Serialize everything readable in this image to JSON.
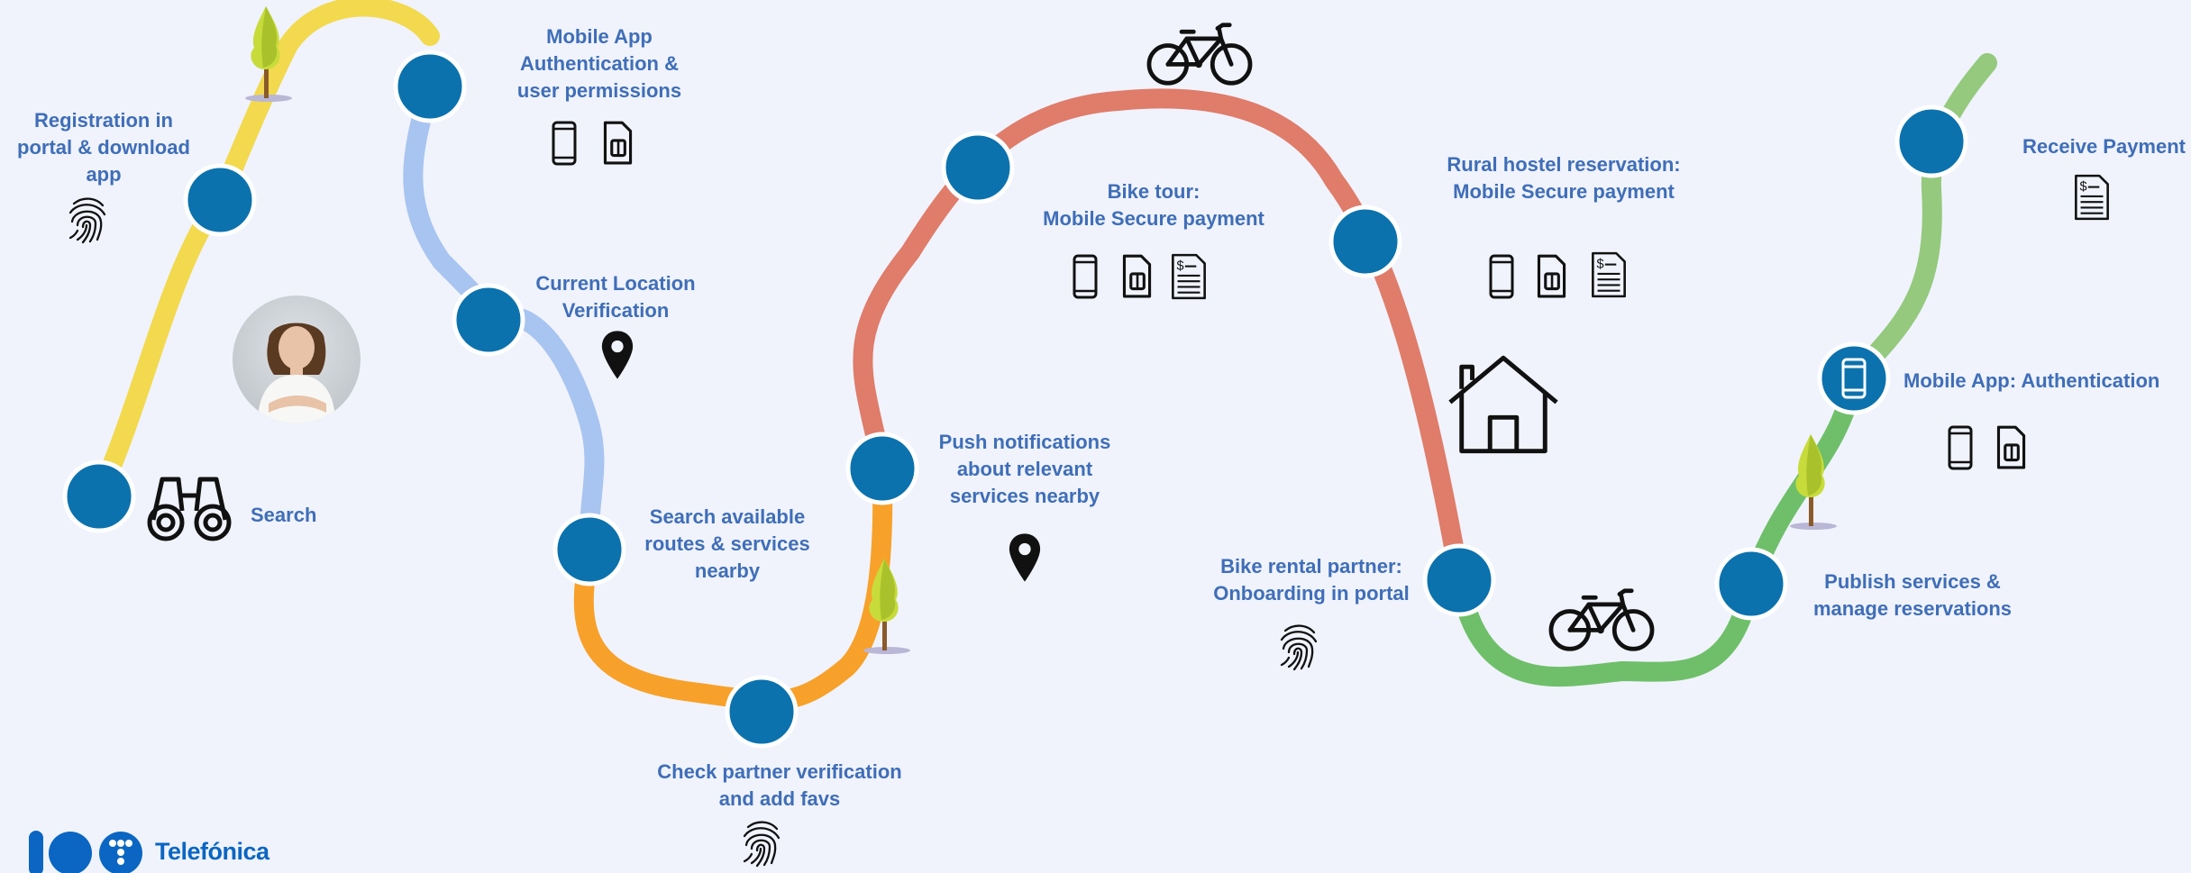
{
  "colors": {
    "background": "#f0f3fc",
    "node": "#0b72ad",
    "node_border": "#ffffff",
    "label": "#3f6eb8",
    "path_yellow": "#f2d94e",
    "path_blue": "#a8c4f0",
    "path_orange": "#f7a12a",
    "path_red": "#df7c6a",
    "path_green": "#6fbf6a",
    "path_light_green": "#94c97e",
    "brand": "#0a66c2"
  },
  "steps": {
    "search": "Search",
    "registration": "Registration in\nportal & download\napp",
    "mobile_auth": "Mobile App\nAuthentication &\nuser permissions",
    "location": "Current Location\nVerification",
    "search_routes": "Search available\nroutes & services\nnearby",
    "check_partner": "Check partner verification\nand add favs",
    "push": "Push notifications\nabout relevant\nservices nearby",
    "bike_tour": "Bike tour:\nMobile Secure payment",
    "rural_hostel": "Rural hostel reservation:\nMobile Secure payment",
    "bike_rental": "Bike rental partner:\nOnboarding in portal",
    "publish": "Publish services &\nmanage reservations",
    "mobile_app_auth": "Mobile App: Authentication",
    "receive_payment": "Receive Payment"
  },
  "icons": [
    "binoculars-icon",
    "fingerprint-icon",
    "phone-icon",
    "sim-card-icon",
    "location-pin-icon",
    "invoice-icon",
    "bicycle-icon",
    "house-icon",
    "tree-icon"
  ],
  "brand": {
    "name": "Telefónica"
  }
}
